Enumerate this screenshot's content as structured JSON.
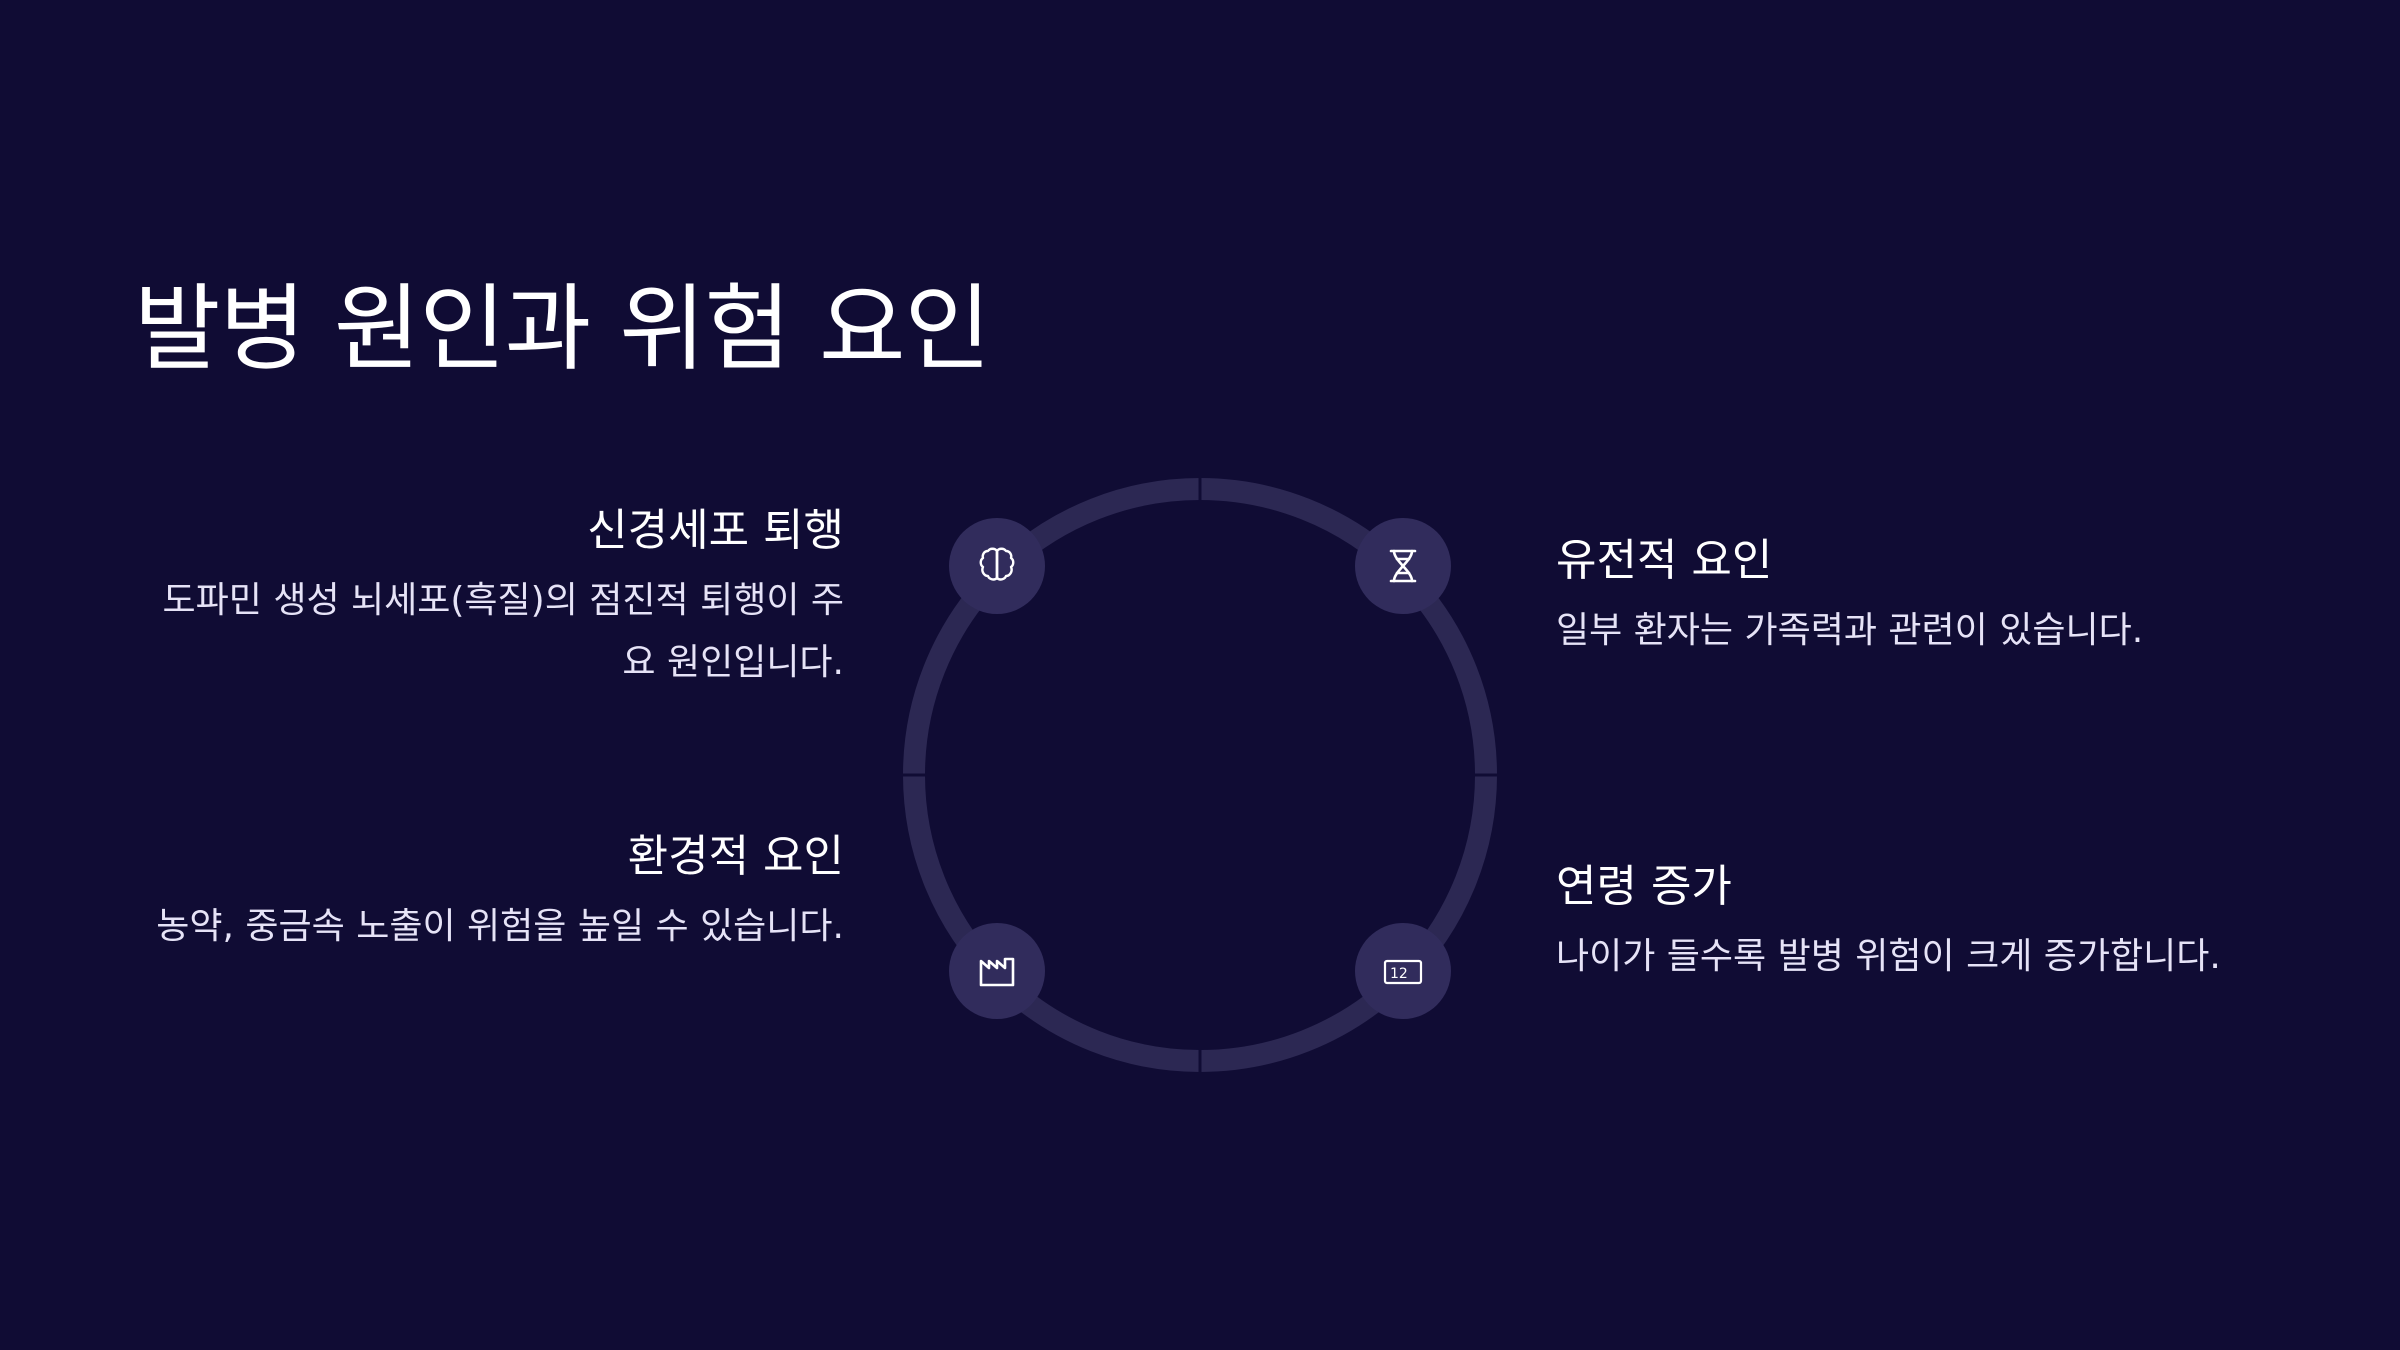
{
  "slide": {
    "title": "발병 원인과 위험 요인"
  },
  "factors": {
    "neuron": {
      "heading": "신경세포 퇴행",
      "description": "도파민 생성 뇌세포(흑질)의 점진적 퇴행이 주요 원인입니다."
    },
    "environment": {
      "heading": "환경적 요인",
      "description": "농약, 중금속 노출이 위험을 높일 수 있습니다."
    },
    "genetic": {
      "heading": "유전적 요인",
      "description": "일부 환자는 가족력과 관련이 있습니다."
    },
    "age": {
      "heading": "연령 증가",
      "description": "나이가 들수록 발병 위험이 크게 증가합니다."
    }
  },
  "cycle": {
    "icons": {
      "top_left": "brain-icon",
      "top_right": "dna-icon",
      "bottom_left": "factory-icon",
      "bottom_right": "calendar-icon"
    },
    "calendar_icon_text": "12"
  },
  "colors": {
    "background": "#100c34",
    "ring": "#2c2853",
    "icon_badge": "#312c5c",
    "text": "#ffffff"
  }
}
